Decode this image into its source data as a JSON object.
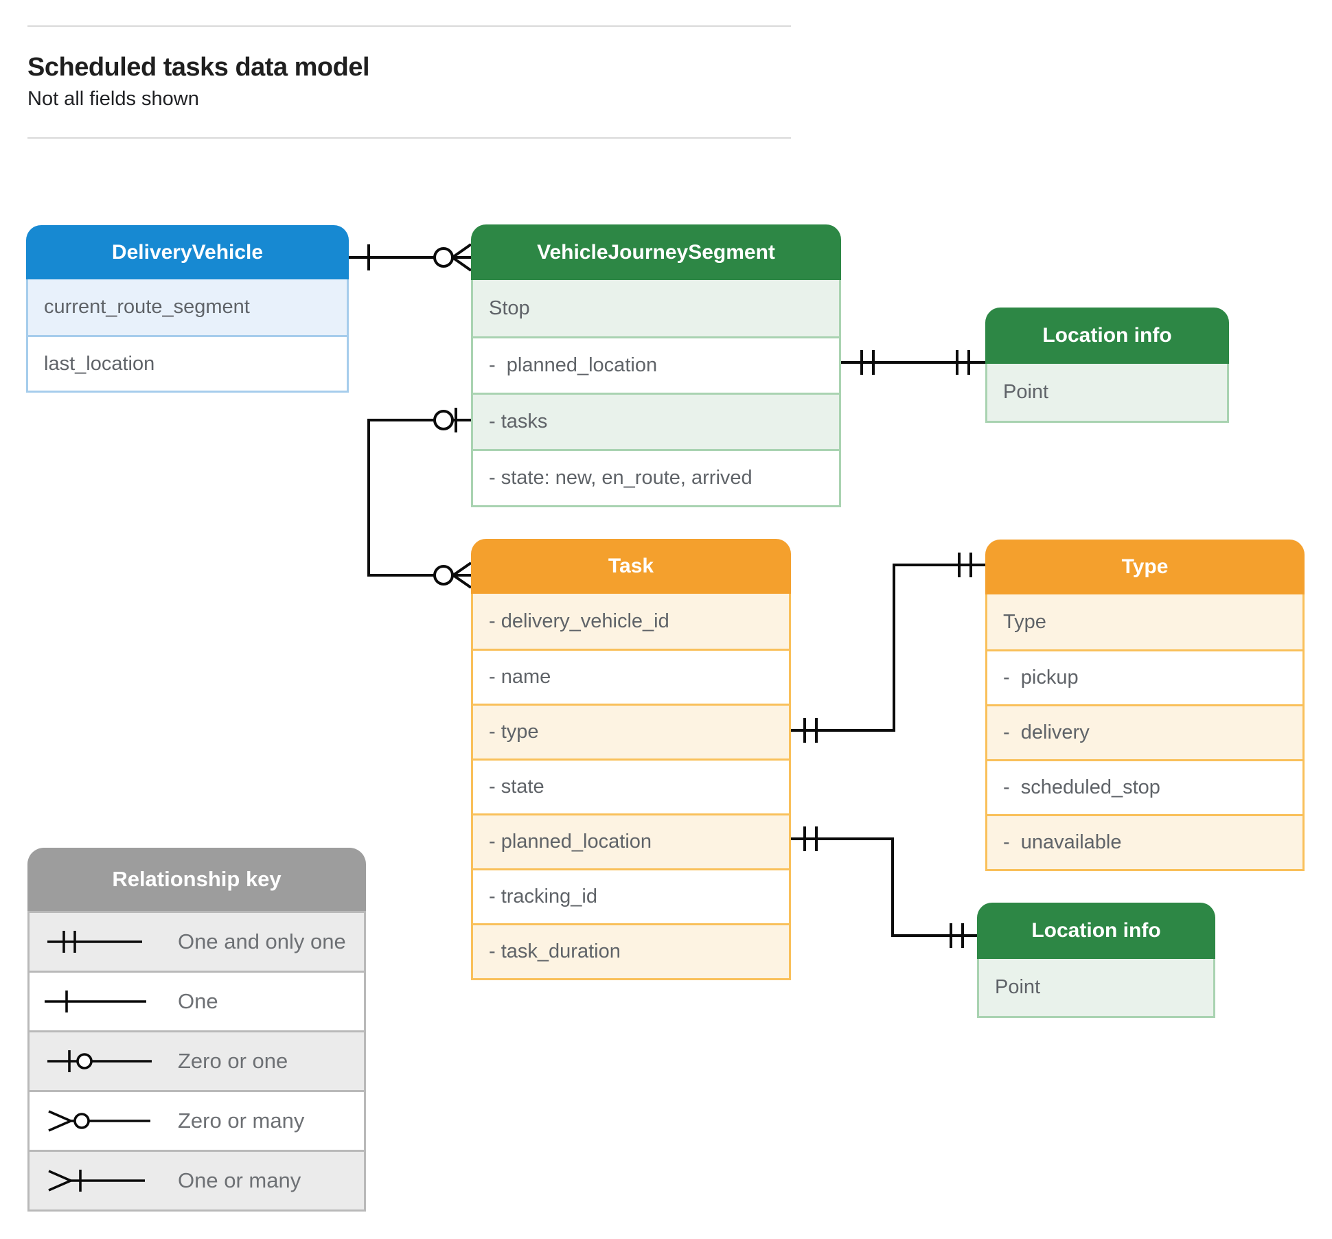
{
  "page": {
    "title": "Scheduled tasks data model",
    "subtitle": "Not all fields shown"
  },
  "entities": {
    "delivery_vehicle": {
      "name": "DeliveryVehicle",
      "fields": [
        "current_route_segment",
        "last_location"
      ]
    },
    "vehicle_journey_segment": {
      "name": "VehicleJourneySegment",
      "fields": [
        "Stop",
        "-  planned_location",
        "- tasks",
        "- state: new, en_route, arrived"
      ]
    },
    "location_info_1": {
      "name": "Location info",
      "fields": [
        "Point"
      ]
    },
    "task": {
      "name": "Task",
      "fields": [
        "- delivery_vehicle_id",
        "- name",
        "- type",
        "- state",
        "- planned_location",
        "- tracking_id",
        "- task_duration"
      ]
    },
    "type": {
      "name": "Type",
      "fields": [
        "Type",
        "-  pickup",
        "-  delivery",
        "-  scheduled_stop",
        "-  unavailable"
      ]
    },
    "location_info_2": {
      "name": "Location info",
      "fields": [
        "Point"
      ]
    }
  },
  "legend": {
    "title": "Relationship key",
    "items": [
      {
        "label": "One and only one",
        "symbol": "one-and-only-one"
      },
      {
        "label": "One",
        "symbol": "one"
      },
      {
        "label": "Zero or one",
        "symbol": "zero-or-one"
      },
      {
        "label": "Zero or many",
        "symbol": "zero-or-many"
      },
      {
        "label": "One or many",
        "symbol": "one-or-many"
      }
    ]
  },
  "relationships": [
    {
      "from": "DeliveryVehicle",
      "to": "VehicleJourneySegment",
      "from_cardinality": "one",
      "to_cardinality": "zero-or-many"
    },
    {
      "from": "VehicleJourneySegment.planned_location",
      "to": "Location info",
      "from_cardinality": "one-and-only-one",
      "to_cardinality": "one-and-only-one"
    },
    {
      "from": "VehicleJourneySegment.tasks",
      "to": "Task",
      "from_cardinality": "zero-or-one",
      "to_cardinality": "zero-or-many"
    },
    {
      "from": "Task.type",
      "to": "Type",
      "from_cardinality": "one-and-only-one",
      "to_cardinality": "one-and-only-one"
    },
    {
      "from": "Task.planned_location",
      "to": "Location info",
      "from_cardinality": "one-and-only-one",
      "to_cardinality": "one-and-only-one"
    }
  ],
  "colors": {
    "blue_header": "#1789d2",
    "green_header": "#2d8745",
    "orange_header": "#f4a02d",
    "gray_header": "#9d9d9d",
    "connector": "#0b0b0b"
  }
}
